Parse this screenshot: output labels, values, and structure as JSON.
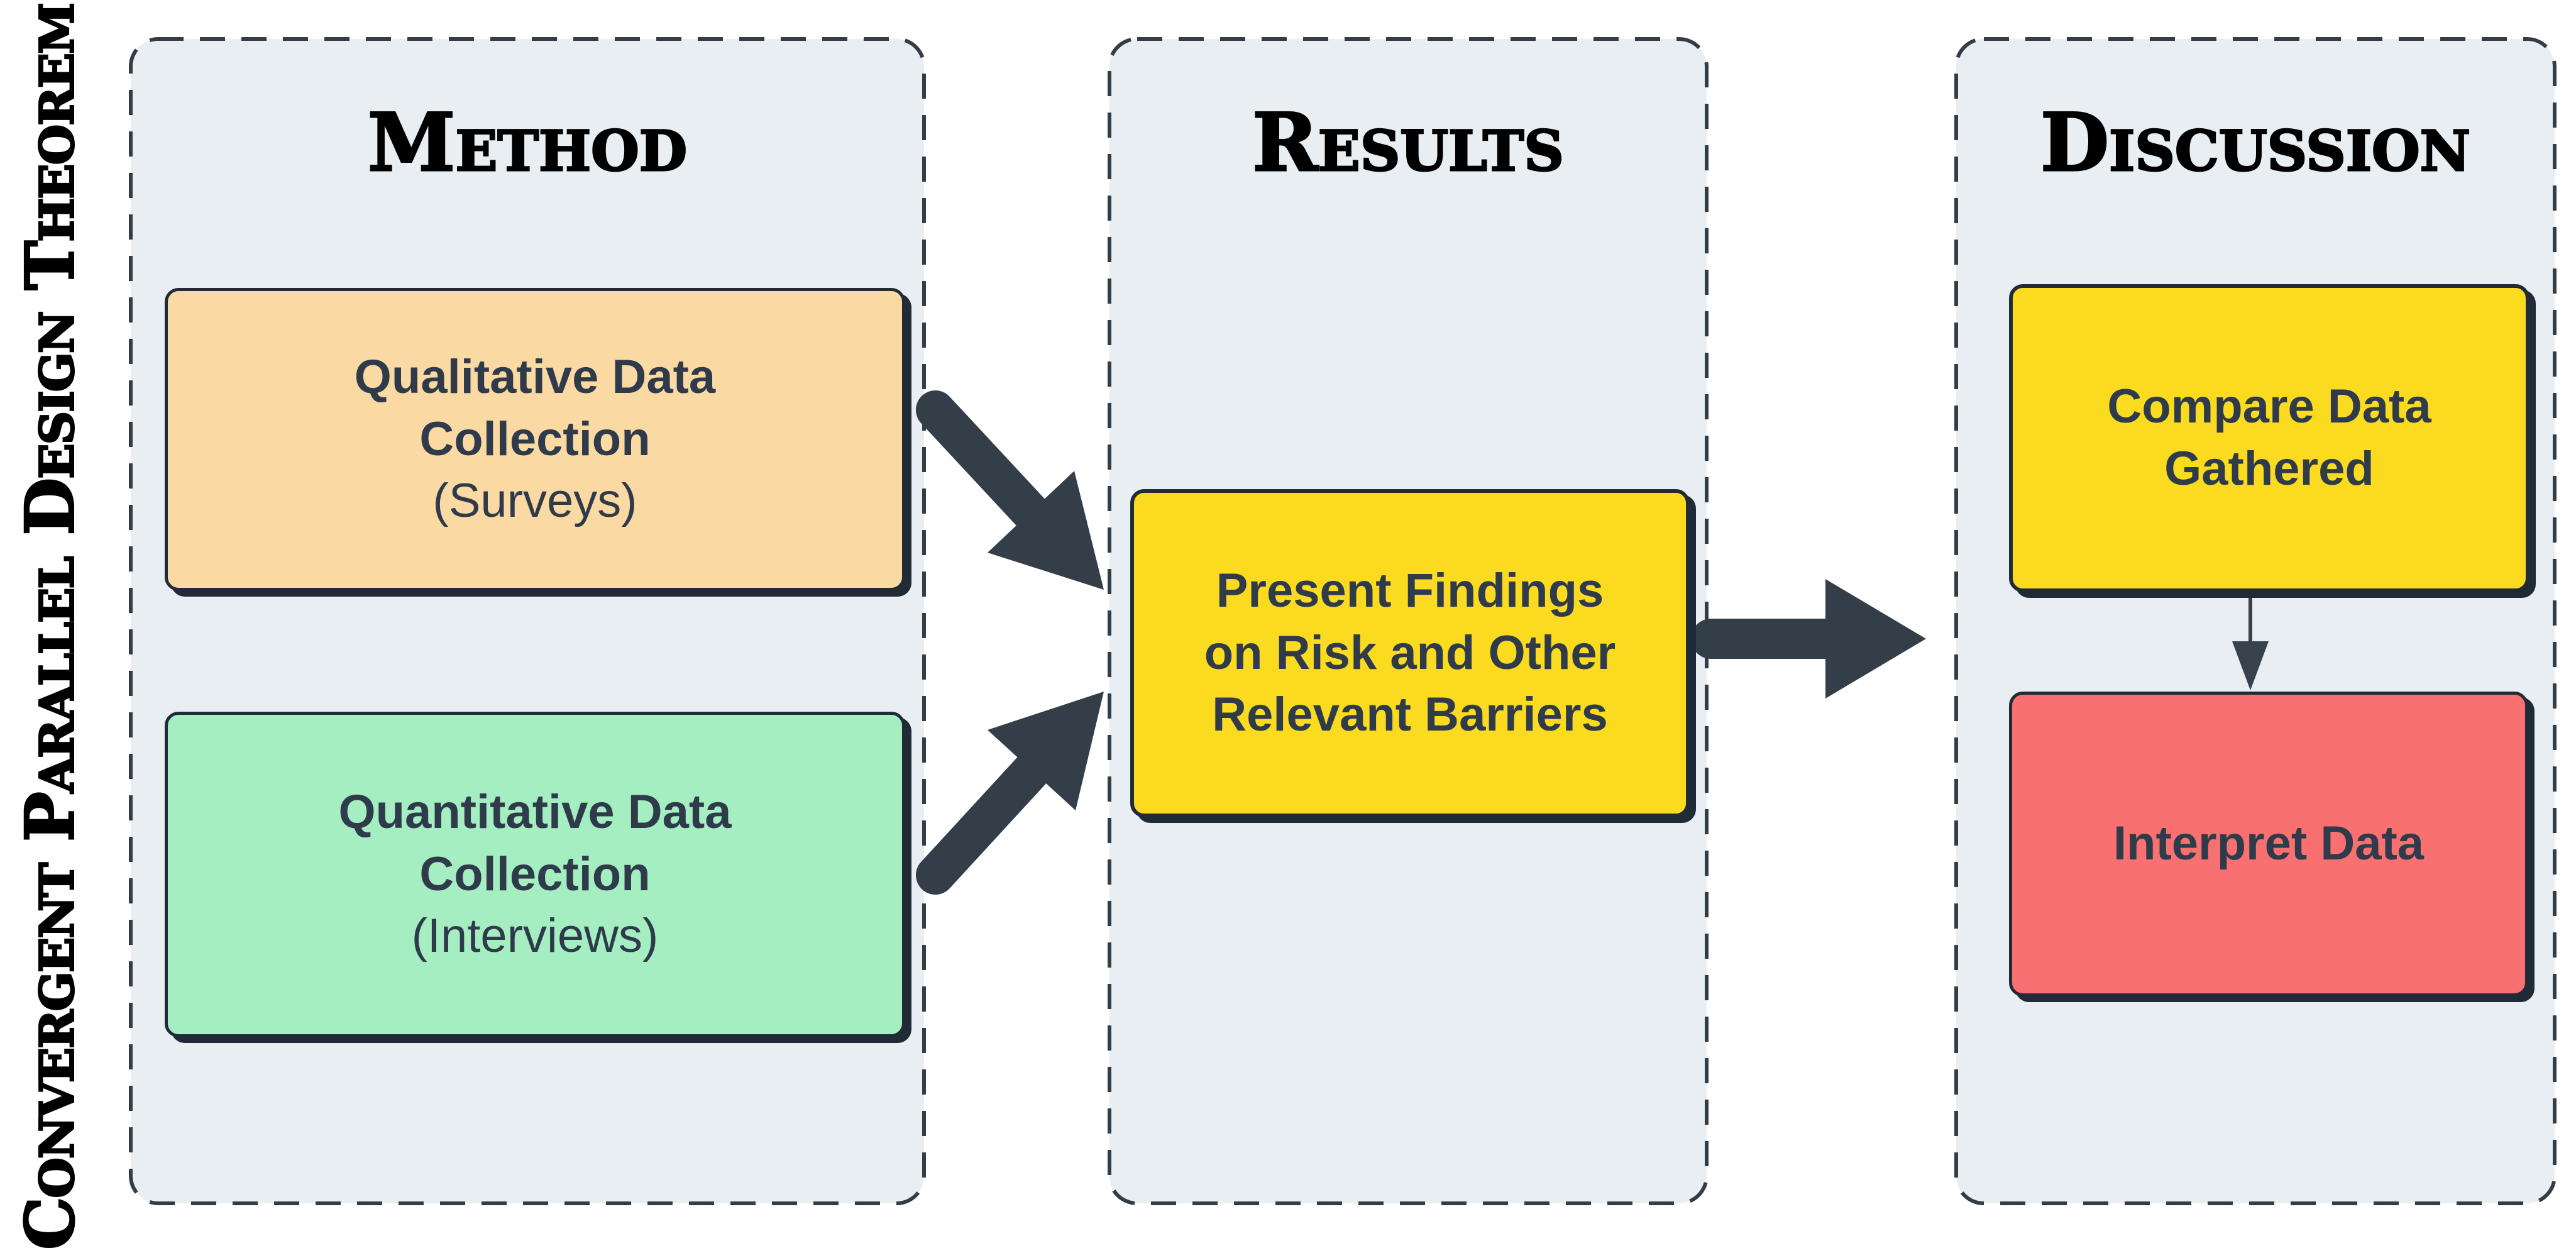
{
  "title_vertical": "Convergent Parallel Design Theorem",
  "columns": [
    {
      "header": "Method",
      "boxes": [
        {
          "label": "Qualitative Data Collection",
          "sublabel": "(Surveys)",
          "fill": "#FBD9A3"
        },
        {
          "label": "Quantitative Data Collection",
          "sublabel": "(Interviews)",
          "fill": "#A4EEC1"
        }
      ]
    },
    {
      "header": "Results",
      "boxes": [
        {
          "label": "Present Findings on Risk and Other Relevant Barriers",
          "fill": "#FBDB1F"
        }
      ]
    },
    {
      "header": "Discussion",
      "boxes": [
        {
          "label": "Compare Data Gathered",
          "fill": "#FBDB1F"
        },
        {
          "label": "Interpret Data",
          "fill": "#F97070"
        }
      ]
    }
  ],
  "arrows": [
    {
      "id": "qualitative-to-results",
      "style": "thick",
      "direction": "down-right"
    },
    {
      "id": "quantitative-to-results",
      "style": "thick",
      "direction": "up-right"
    },
    {
      "id": "results-to-discussion",
      "style": "thick",
      "direction": "right"
    },
    {
      "id": "compare-to-interpret",
      "style": "thin",
      "direction": "down"
    }
  ],
  "colors": {
    "background": "#FFFFFF",
    "panel_fill": "#E9EEF2",
    "panel_border": "#333D47",
    "box_border": "#202B37",
    "text": "#2F3B4B",
    "arrow": "#333E49",
    "qualitative_fill": "#FBD9A3",
    "quantitative_fill": "#A4EEC1",
    "yellow_fill": "#FBDB1F",
    "red_fill": "#F97070"
  }
}
